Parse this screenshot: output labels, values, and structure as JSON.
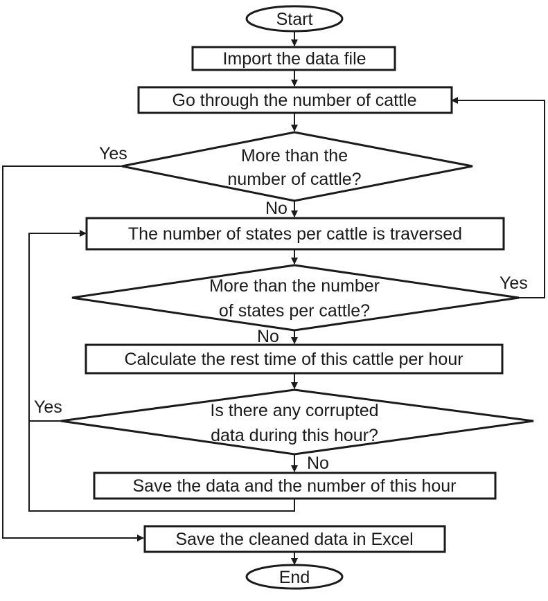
{
  "nodes": {
    "start": "Start",
    "import": "Import the data file",
    "loop_cattle": "Go through the number of cattle",
    "dec_cattle": [
      "More than the",
      "number of cattle?"
    ],
    "loop_states": "The number of states per cattle is traversed",
    "dec_states": [
      "More than the number",
      "of states per cattle?"
    ],
    "calc": "Calculate the rest time of this cattle per hour",
    "dec_corrupt": [
      "Is there any corrupted",
      "data during this hour?"
    ],
    "save_hour": "Save the data and the number of this hour",
    "save_excel": "Save the cleaned data in Excel",
    "end": "End"
  },
  "edges": {
    "yes": "Yes",
    "no": "No"
  },
  "colors": {
    "stroke": "#1a1a1a",
    "fill": "#ffffff"
  }
}
